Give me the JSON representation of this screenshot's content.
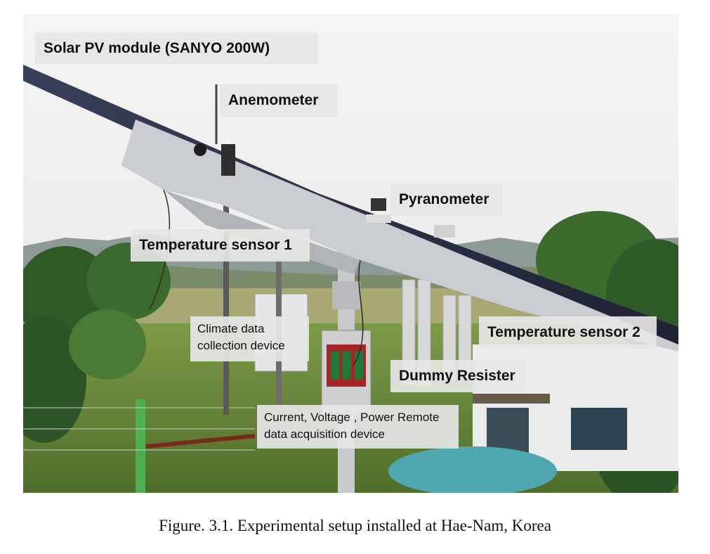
{
  "photo": {
    "icon": "solar-pv-experimental-setup-photo",
    "colors": {
      "sky": "#f2f2f0",
      "panel": "#2b2f45",
      "frame": "#c9ccd0",
      "foliage": "#2f5e2a",
      "grass": "#6f8f3a"
    }
  },
  "labels": {
    "solar_pv_module": "Solar PV module (SANYO 200W)",
    "anemometer": "Anemometer",
    "pyranometer": "Pyranometer",
    "temperature_sensor_1": "Temperature sensor 1",
    "climate_data_line1": "Climate data",
    "climate_data_line2": "collection device",
    "temperature_sensor_2": "Temperature sensor 2",
    "dummy_resister": "Dummy Resister",
    "acquisition_line1": "Current, Voltage , Power Remote",
    "acquisition_line2": "data acquisition device"
  },
  "caption": "Figure. 3.1. Experimental setup installed at Hae-Nam, Korea"
}
